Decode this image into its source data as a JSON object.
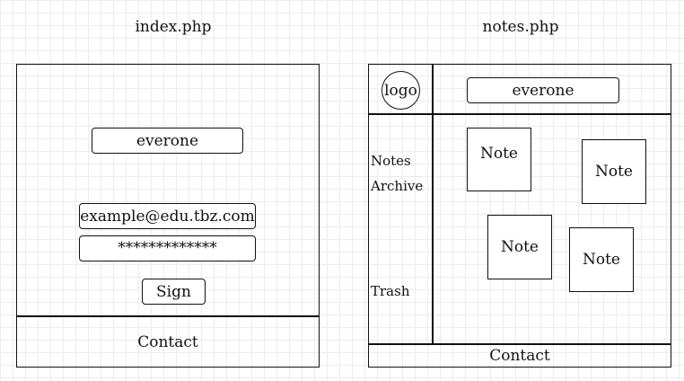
{
  "index": {
    "title": "index.php",
    "brand": "everone",
    "email_value": "example@edu.tbz.com",
    "password_value": "*************",
    "sign_button": "Sign",
    "contact": "Contact"
  },
  "notes": {
    "title": "notes.php",
    "logo": "logo",
    "brand": "everone",
    "nav": [
      "Notes",
      "Archive",
      "Trash"
    ],
    "notes": [
      "Note",
      "Note",
      "Note",
      "Note"
    ],
    "contact": "Contact"
  }
}
